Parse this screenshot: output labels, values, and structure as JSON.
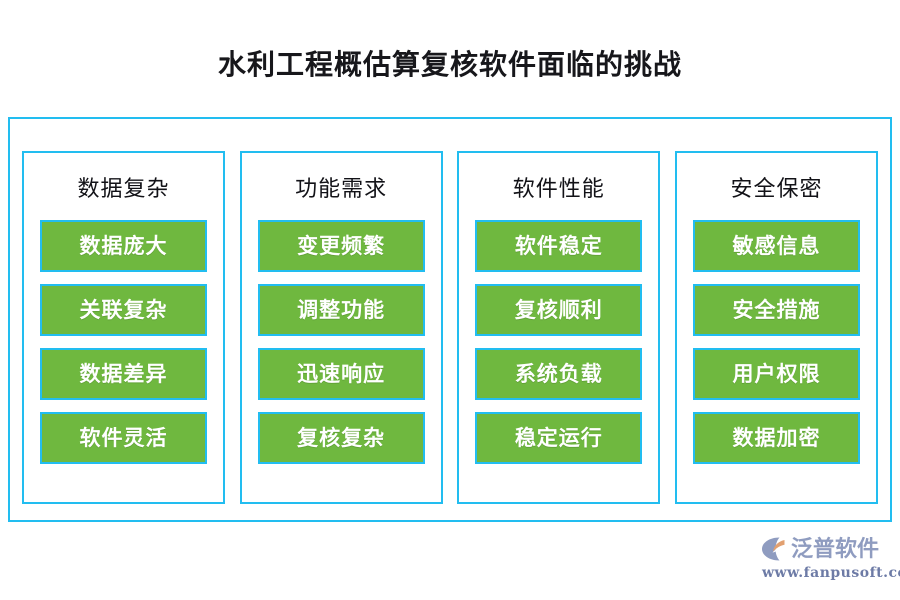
{
  "page": {
    "title": "水利工程概估算复核软件面临的挑战",
    "background_color": "#ffffff"
  },
  "theme": {
    "frame_border_color": "#22bdf0",
    "chip_fill_color": "#6fb83f",
    "chip_border_color": "#22bdf0",
    "chip_text_color": "#ffffff",
    "title_text_color": "#17171b",
    "brand_text_color": "#8f9cc0",
    "brand_mark_accent_color": "#e2a070"
  },
  "diagram": {
    "columns": [
      {
        "header": "数据复杂",
        "items": [
          "数据庞大",
          "关联复杂",
          "数据差异",
          "软件灵活"
        ]
      },
      {
        "header": "功能需求",
        "items": [
          "变更频繁",
          "调整功能",
          "迅速响应",
          "复核复杂"
        ]
      },
      {
        "header": "软件性能",
        "items": [
          "软件稳定",
          "复核顺利",
          "系统负载",
          "稳定运行"
        ]
      },
      {
        "header": "安全保密",
        "items": [
          "敏感信息",
          "安全措施",
          "用户权限",
          "数据加密"
        ]
      }
    ]
  },
  "brand": {
    "mark_icon": "fanpu-swoosh-icon",
    "name": "泛普软件",
    "url": "www.fanpusoft.com"
  }
}
